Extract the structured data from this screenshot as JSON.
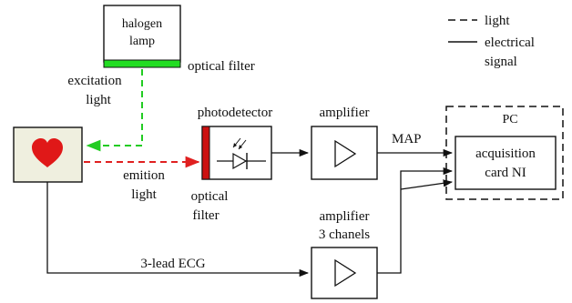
{
  "legend": {
    "light": "light",
    "electrical_line1": "electrical",
    "electrical_line2": "signal"
  },
  "lamp": {
    "line1": "halogen",
    "line2": "lamp",
    "filter_label": "optical filter",
    "filter_color": "#22dd22"
  },
  "excitation": {
    "line1": "excitation",
    "line2": "light",
    "color": "#22cc22"
  },
  "emission": {
    "line1": "emition",
    "line2": "light",
    "color": "#e02020"
  },
  "heart": {
    "icon": "heart-icon",
    "color": "#e01818",
    "box_fill": "#efefdf"
  },
  "photodetector": {
    "title": "photodetector",
    "filter_line1": "optical",
    "filter_line2": "filter",
    "filter_color": "#cc1111"
  },
  "amplifier1": {
    "title": "amplifier"
  },
  "amplifier2": {
    "line1": "amplifier",
    "line2": "3 chanels"
  },
  "map_label": "MAP",
  "ecg_label": "3-lead ECG",
  "pc": {
    "title": "PC",
    "card_line1": "acquisition",
    "card_line2": "card NI"
  }
}
